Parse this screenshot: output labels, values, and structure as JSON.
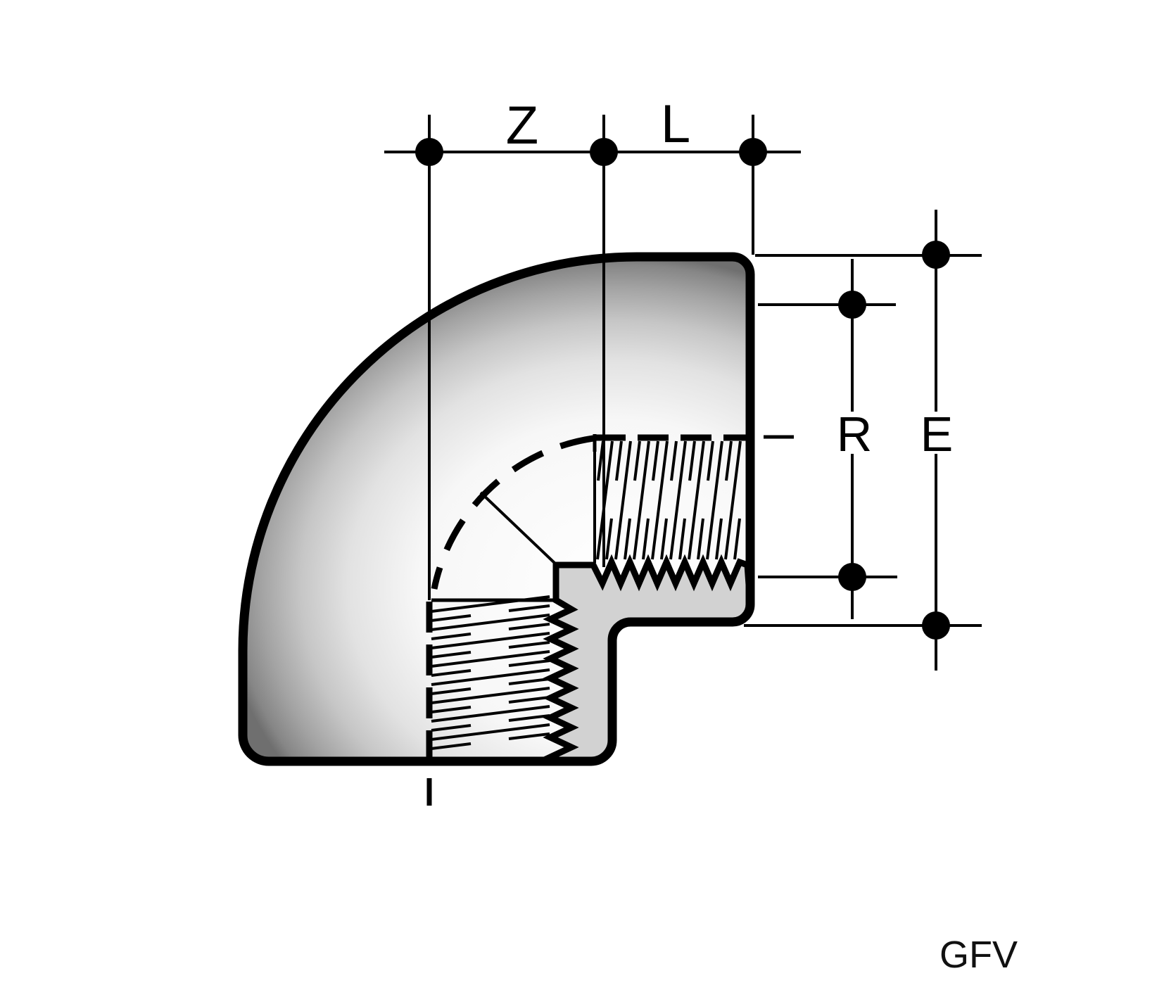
{
  "drawing": {
    "brand": "GFV",
    "labels": {
      "z": "Z",
      "l": "L",
      "r": "R",
      "e": "E"
    },
    "colors": {
      "line": "#000000",
      "background": "#ffffff",
      "cut_surface": "#d2d2d2",
      "body_shade_light": "#ffffff",
      "body_shade_dark": "#6f6f6f"
    }
  }
}
